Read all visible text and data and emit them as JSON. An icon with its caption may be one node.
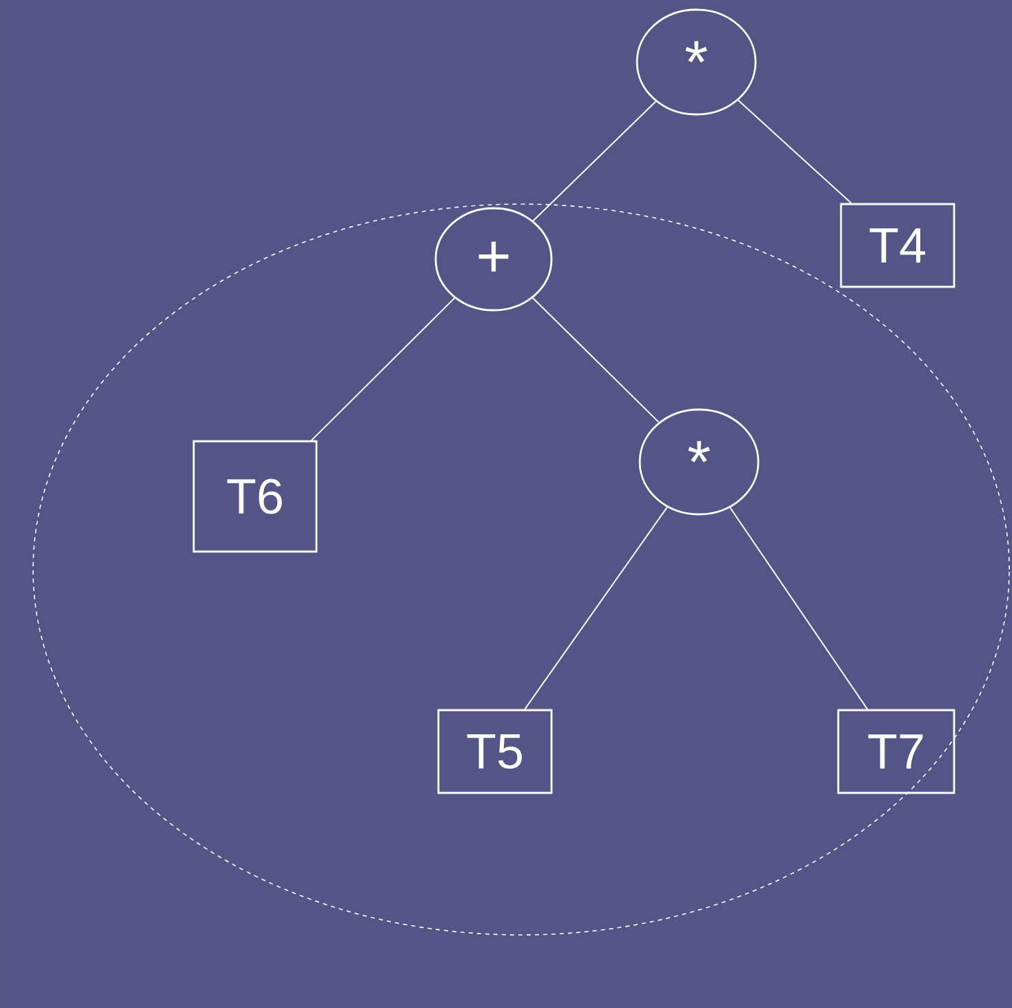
{
  "diagram": {
    "nodes": [
      {
        "text": [
          "*"
        ]
      },
      {
        "text": [],
        "shape": "ellipse"
      },
      {
        "text": [
          "+"
        ],
        "in": 1
      },
      {
        "text": [
          "T4"
        ]
      },
      {
        "text": [
          "T6"
        ],
        "in": 1
      },
      {
        "text": [
          "*"
        ],
        "in": 1
      },
      {
        "text": [
          "T5"
        ],
        "in": 1
      },
      {
        "text": [
          "T7"
        ],
        "in": 1
      }
    ],
    "edges": [
      {
        "from": 0,
        "to": 2,
        "arrow": "none"
      },
      {
        "from": 0,
        "to": 3,
        "arrow": "none"
      },
      {
        "from": 2,
        "to": 4,
        "arrow": "none"
      },
      {
        "from": 2,
        "to": 5,
        "arrow": "none"
      },
      {
        "from": 5,
        "to": 6,
        "arrow": "none"
      },
      {
        "from": 5,
        "to": 7,
        "arrow": "none"
      }
    ]
  }
}
